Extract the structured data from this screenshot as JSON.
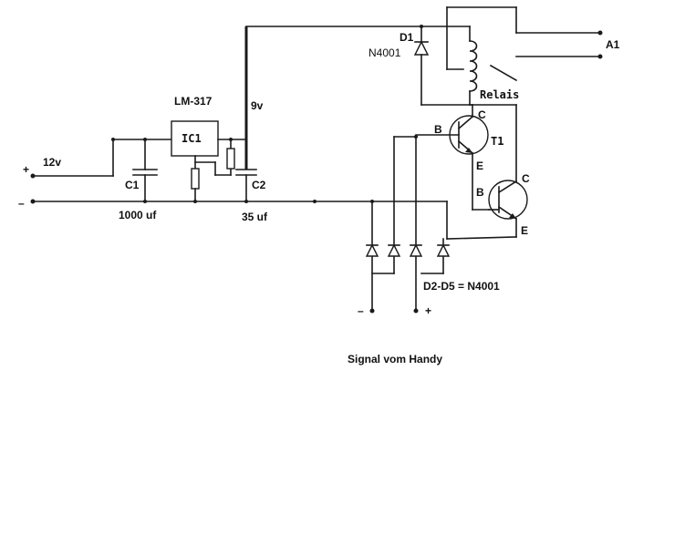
{
  "labels": {
    "v12": "12v",
    "plus_left": "+",
    "minus_left": "–",
    "ic_name": "LM-317",
    "ic_ref": "IC1",
    "c1": "C1",
    "c1_value": "1000 uf",
    "c2": "C2",
    "c2_value": "35 uf",
    "v9": "9v",
    "d1": "D1",
    "d1_type": "N4001",
    "a1": "A1",
    "relais": "Relais",
    "t1": "T1",
    "t1_b": "B",
    "t1_c": "C",
    "t1_e": "E",
    "t2_b": "B",
    "t2_c": "C",
    "t2_e": "E",
    "diodes": "D2-D5 = N4001",
    "sig_minus": "–",
    "sig_plus": "+",
    "signal": "Signal vom Handy"
  }
}
